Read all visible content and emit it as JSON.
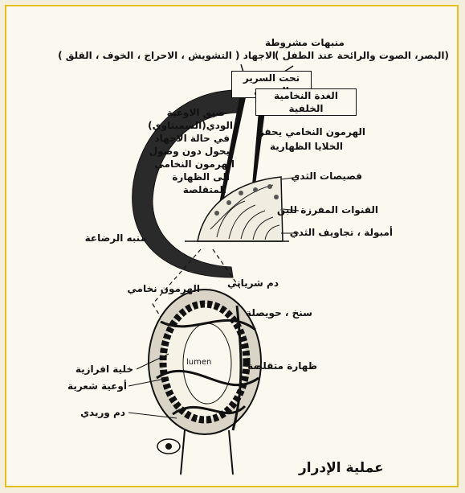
{
  "labels": {
    "stimuli_title": "منبهات مشروطة",
    "stimuli_list": "(البصر، الصوت والرائحة عند الطفل )",
    "stress": "الاجهاد ( التشويش ، الاحراج ، الخوف ، القلق )",
    "hypothalamus": "تحت السرير البصري",
    "pituitary": "الغدة النخامية الخلفية",
    "vaso_1": "ضيق الاوعية",
    "vaso_2": "الودي(السمبثاوي)",
    "vaso_3": "في حالة الاجهاد",
    "vaso_4": "يحول دون وصول",
    "vaso_5": "الهرمون النخامي",
    "vaso_6": "الى الظهارة",
    "vaso_7": "المتقلصة",
    "hormone_1": "الهرمون النخامي يحفز",
    "hormone_2": "الخلايا الظهارية",
    "lobules": "فصيصات الثدي",
    "ducts": "القنوات المفرزة للبن",
    "ampullae": "أمبولة ، تجاويف الثدي",
    "suckling": "منبه الرضاعة",
    "pituitary_hormone": "الهرمون نخامي",
    "arterial_blood": "دم شرياني",
    "alveolus": "سنخ ، حويصلة",
    "myoepithelium": "ظهارة متقلصة",
    "secretory_cell": "خلية افرازية",
    "capillaries": "أوعية شعرية",
    "venous_blood": "دم وريدي",
    "lumen": "lumen",
    "caption": "عملية الإدرار"
  }
}
